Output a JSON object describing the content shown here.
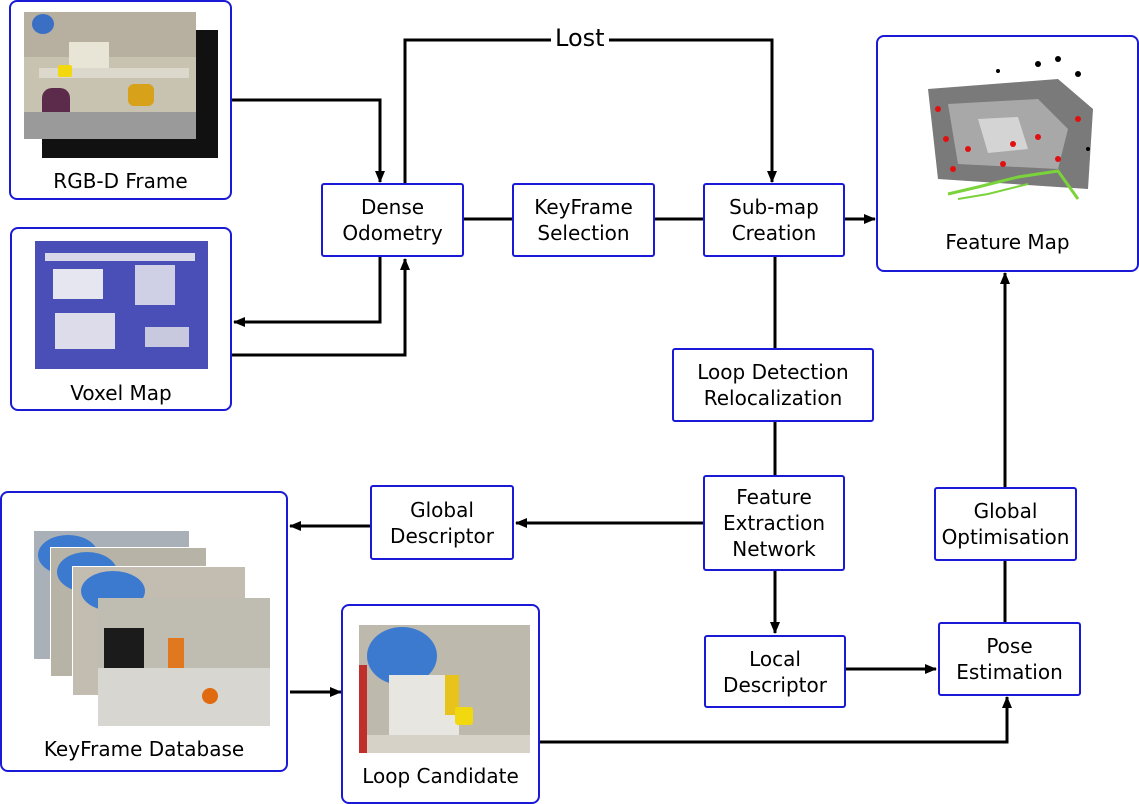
{
  "nodes": {
    "dense_odometry": "Dense\nOdometry",
    "keyframe_selection": "KeyFrame\nSelection",
    "submap_creation": "Sub-map\nCreation",
    "loop_detection": "Loop Detection\nRelocalization",
    "feature_extraction": "Feature\nExtraction\nNetwork",
    "global_descriptor": "Global\nDescriptor",
    "local_descriptor": "Local\nDescriptor",
    "global_optimisation": "Global\nOptimisation",
    "pose_estimation": "Pose\nEstimation"
  },
  "panels": {
    "rgbd_frame": "RGB-D Frame",
    "voxel_map": "Voxel Map",
    "feature_map": "Feature Map",
    "keyframe_database": "KeyFrame Database",
    "loop_candidate": "Loop Candidate"
  },
  "edge_labels": {
    "lost": "Lost"
  },
  "colors": {
    "box_border": "#1a1ad6",
    "edge": "#000000",
    "voxel_bg": "#4a4fb8",
    "feature_edge": "#e01010",
    "trajectory": "#7ad33a"
  }
}
